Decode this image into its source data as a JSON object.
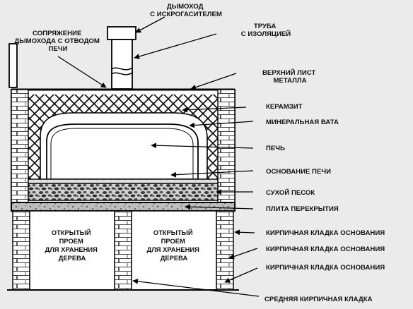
{
  "labels": {
    "chimney_spark_arrester": [
      "ДЫМОХОД",
      "С ИСКРОГАСИТЕЛЕМ"
    ],
    "insulated_pipe": [
      "ТРУБА",
      "С ИЗОЛЯЦИЕЙ"
    ],
    "flue_connection": [
      "СОПРЯЖЕНИЕ",
      "ДЫМОХОДА С ОТВОДОМ",
      "ПЕЧИ"
    ],
    "top_metal_sheet": [
      "ВЕРХНИЙ ЛИСТ",
      "МЕТАЛЛА"
    ],
    "expanded_clay": "КЕРАМЗИТ",
    "mineral_wool": "МИНЕРАЛЬНАЯ ВАТА",
    "oven": "ПЕЧЬ",
    "oven_base": "ОСНОВАНИЕ ПЕЧИ",
    "dry_sand": "СУХОЙ ПЕСОК",
    "floor_slab": "ПЛИТА ПЕРЕКРЫТИЯ",
    "base_brickwork_1": "КИРПИЧНАЯ КЛАДКА ОСНОВАНИЯ",
    "base_brickwork_2": "КИРПИЧНАЯ КЛАДКА ОСНОВАНИЯ",
    "base_brickwork_3": "КИРПИЧНАЯ КЛАДКА ОСНОВАНИЯ",
    "middle_brickwork": "СРЕДНЯЯ КИРПИЧНАЯ КЛАДКА",
    "wood_storage_left": [
      "ОТКРЫТЫЙ",
      "ПРОЕМ",
      "ДЛЯ ХРАНЕНИЯ",
      "ДЕРЕВА"
    ],
    "wood_storage_right": [
      "ОТКРЫТЫЙ",
      "ПРОЕМ",
      "ДЛЯ ХРАНЕНИЯ",
      "ДЕРЕВА"
    ]
  }
}
